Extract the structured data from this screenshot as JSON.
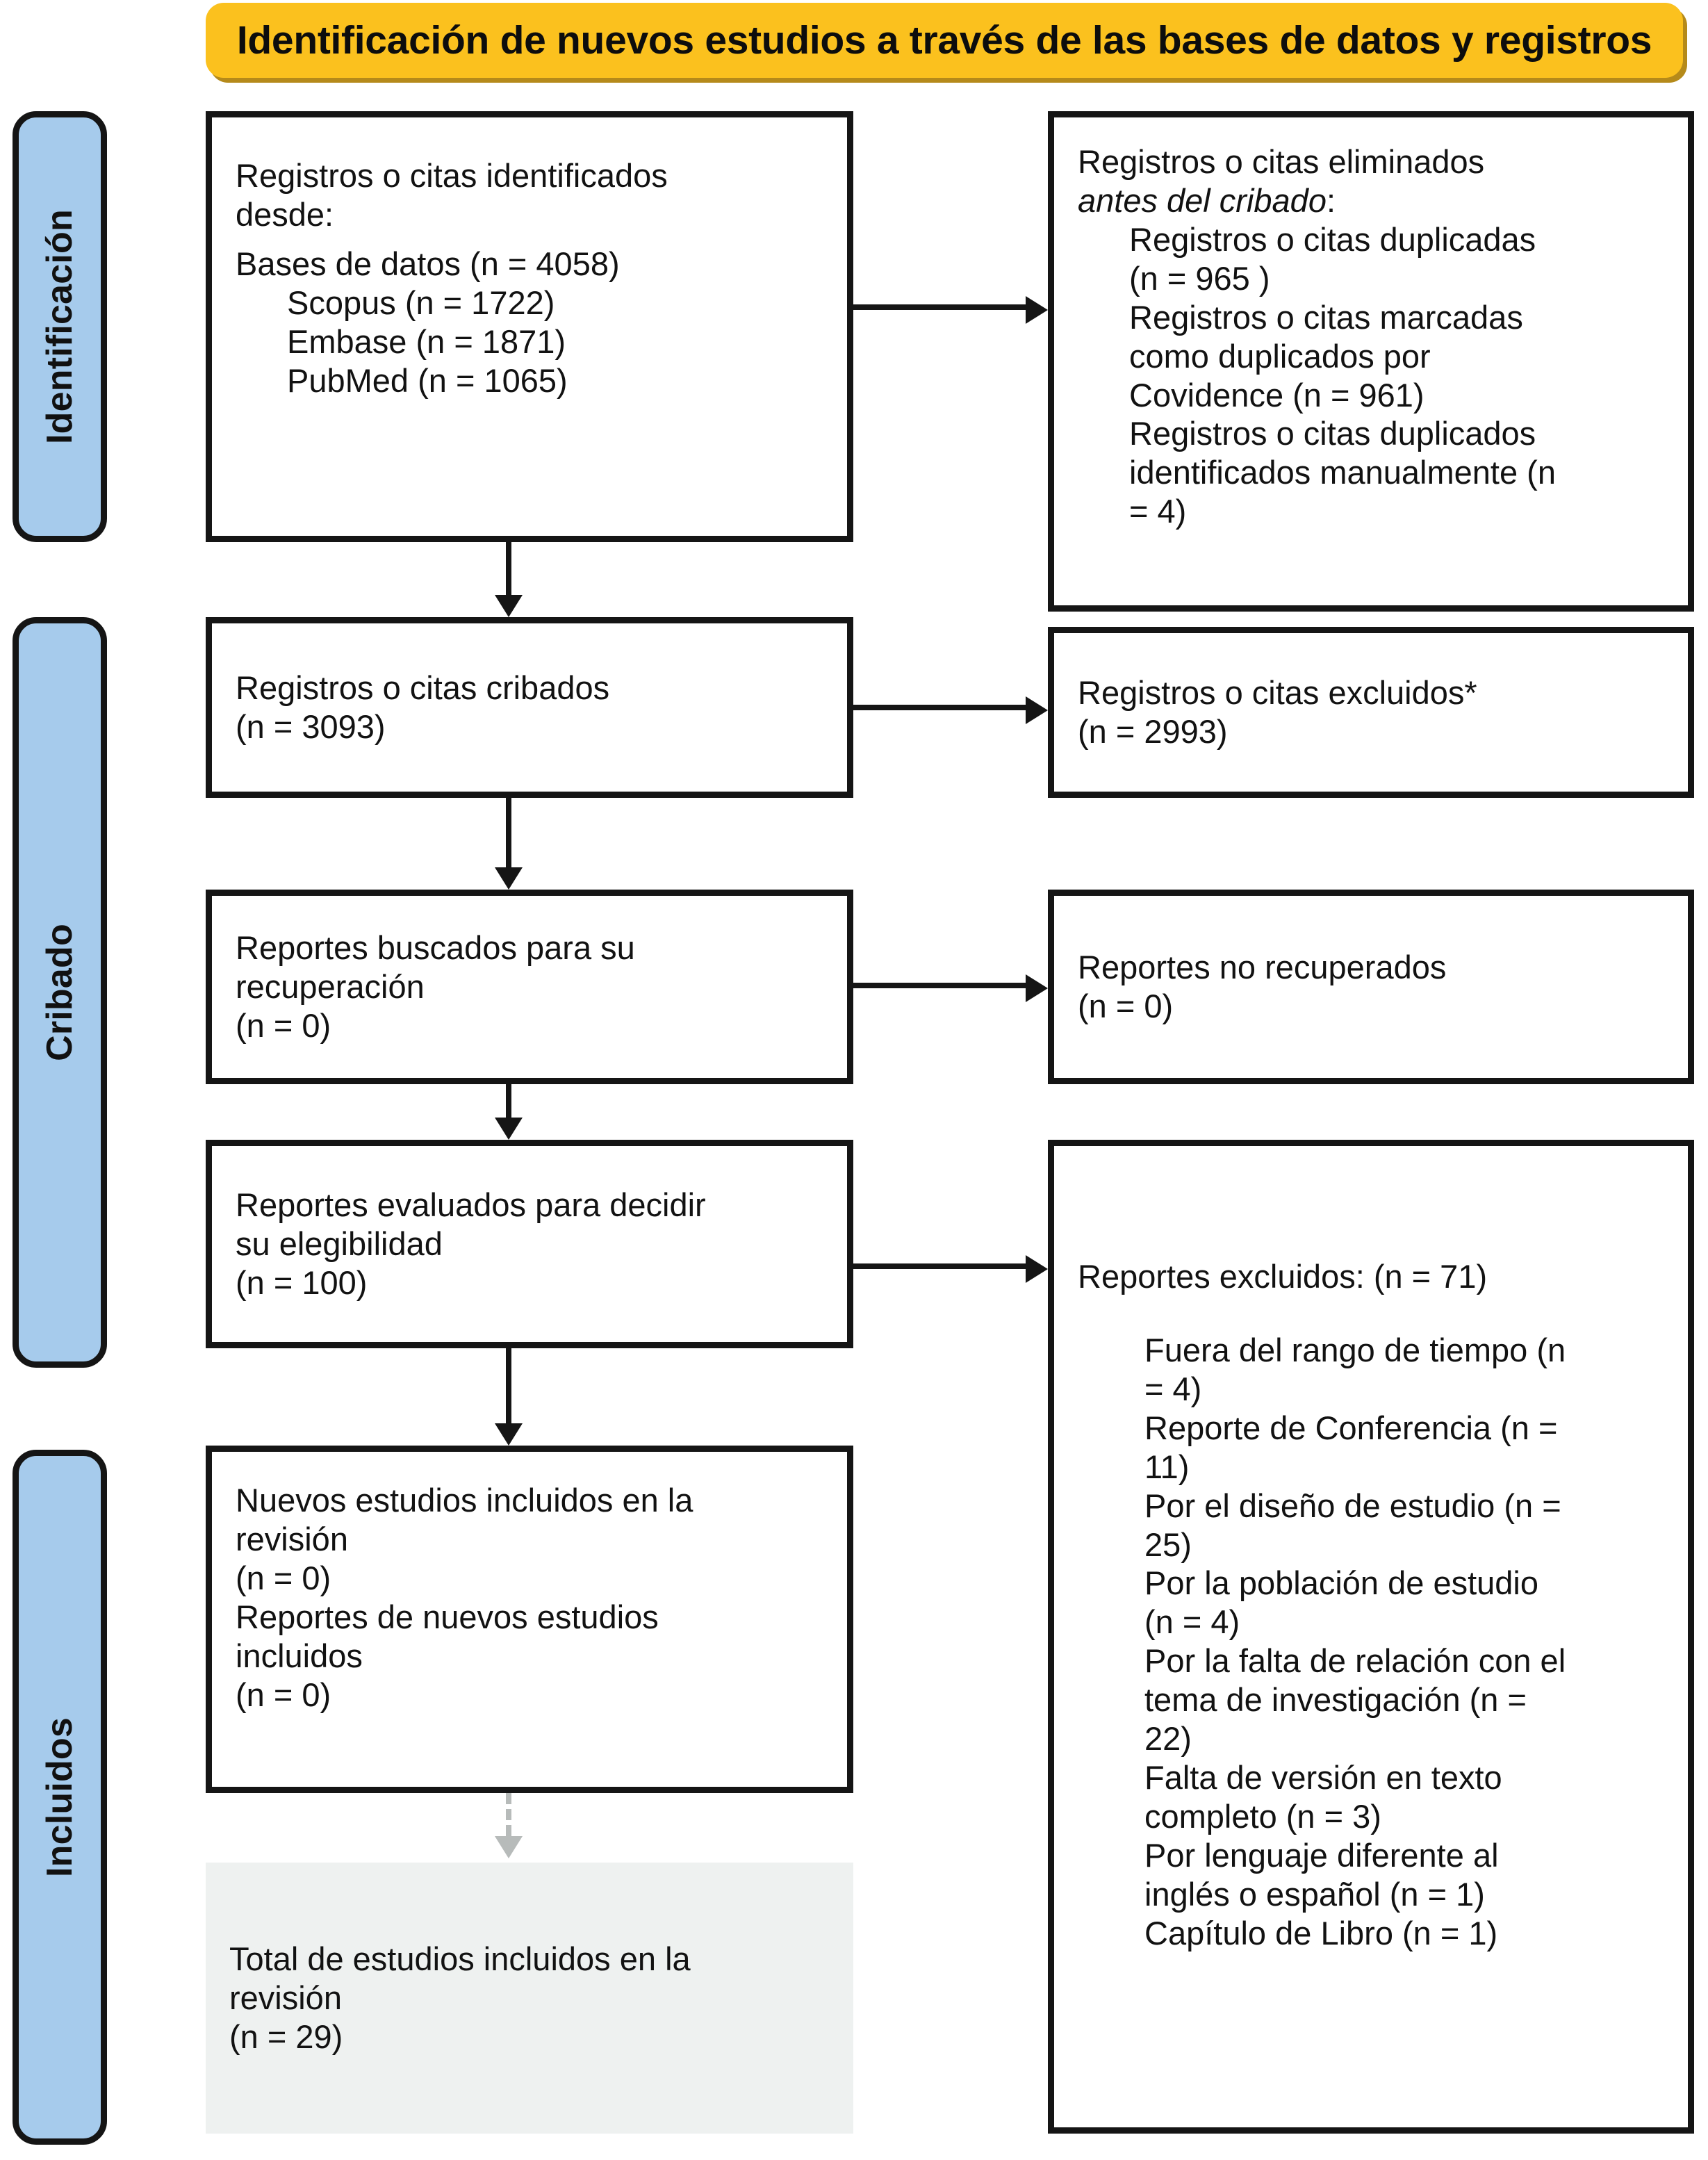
{
  "banner": {
    "title": "Identificación de nuevos estudios a través de las bases de datos y registros"
  },
  "stages": {
    "identification": "Identificación",
    "screening": "Cribado",
    "included": "Incluidos"
  },
  "boxes": {
    "identified": {
      "name": "Registros o citas identificados",
      "line1": "Registros o citas identificados",
      "line2": "desde:",
      "databases_total": "Bases de datos (n = 4058)",
      "sources": [
        "Scopus (n = 1722)",
        "Embase (n = 1871)",
        "PubMed (n = 1065)"
      ]
    },
    "removed": {
      "line1": "Registros o citas eliminados",
      "line2_italic": "antes del cribado",
      "line2_colon": ":",
      "items": [
        "Registros o citas duplicadas",
        "(n = 965 )",
        "Registros o citas marcadas",
        "como duplicados por",
        "Covidence (n = 961)",
        "Registros o citas duplicados",
        "identificados manualmente (n",
        "= 4)"
      ]
    },
    "screened": {
      "line1": "Registros o citas cribados",
      "line2": "(n = 3093)"
    },
    "excluded": {
      "line1": "Registros o citas excluidos*",
      "line2": "(n = 2993)"
    },
    "sought": {
      "line1": "Reportes buscados para su",
      "line2": "recuperación",
      "line3": "(n = 0)"
    },
    "not_retrieved": {
      "line1": "Reportes no recuperados",
      "line2": "(n = 0)"
    },
    "eligibility": {
      "line1": "Reportes evaluados para decidir",
      "line2": "su elegibilidad",
      "line3": "(n = 100)"
    },
    "reasons": {
      "header": "Reportes excluidos: (n = 71)",
      "items": [
        "Fuera del rango de tiempo (n",
        "= 4)",
        "Reporte de Conferencia (n =",
        "11)",
        "Por el diseño de estudio (n =",
        "25)",
        "Por la población de estudio",
        "(n = 4)",
        "Por la falta de relación con el",
        "tema de investigación (n =",
        "22)",
        "Falta de versión en texto",
        "completo (n = 3)",
        "Por lenguaje diferente al",
        "inglés o español (n = 1)",
        "Capítulo de Libro (n = 1)"
      ]
    },
    "new_included": {
      "line1": "Nuevos estudios incluidos en la",
      "line2": "revisión",
      "line3": "(n = 0)",
      "line4": "Reportes de nuevos estudios",
      "line5": "incluidos",
      "line6": "(n = 0)"
    },
    "total": {
      "line1": "Total de estudios incluidos en la",
      "line2": "revisión",
      "line3": "(n = 29)"
    }
  },
  "colors": {
    "banner_fill": "#FBC11E",
    "banner_shadow": "#b58a1a",
    "stage_fill": "#A6CBEC",
    "outline": "#151515",
    "total_box_fill": "#eef1f0",
    "dashed_connector": "#b7bbba"
  }
}
